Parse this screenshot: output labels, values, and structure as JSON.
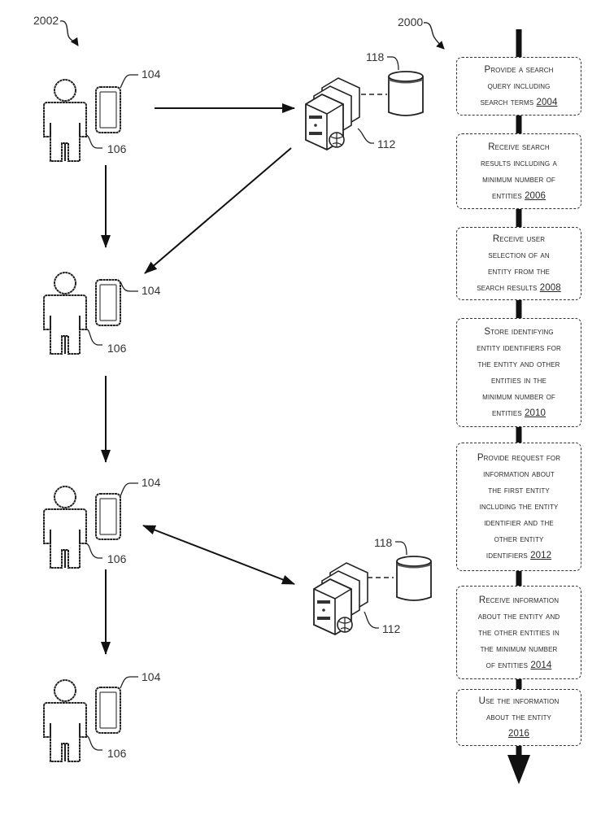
{
  "figure": {
    "user_flow_ref": "2002",
    "process_ref": "2000",
    "device_ref": "104",
    "user_ref": "106",
    "server_ref": "112",
    "database_ref": "118"
  },
  "steps": [
    {
      "lines": [
        "Provide a search",
        "query including",
        "search terms"
      ],
      "ref": "2004"
    },
    {
      "lines": [
        "Receive search",
        "results including a",
        "minimum number of",
        "entities"
      ],
      "ref": "2006"
    },
    {
      "lines": [
        "Receive user",
        "selection of an",
        "entity from the",
        "search results"
      ],
      "ref": "2008"
    },
    {
      "lines": [
        "Store identifying",
        "entity identifiers for",
        "the entity and other",
        "entities in the",
        "minimum number of",
        "entities"
      ],
      "ref": "2010"
    },
    {
      "lines": [
        "Provide request for",
        "information about",
        "the first entity",
        "including the entity",
        "identifier and the",
        "other entity",
        "identifiers"
      ],
      "ref": "2012"
    },
    {
      "lines": [
        "Receive information",
        "about the entity and",
        "the other entities in",
        "the minimum number",
        "of entities"
      ],
      "ref": "2014"
    },
    {
      "lines": [
        "Use the information",
        "about the entity"
      ],
      "ref": "2016",
      "ref_own_line": true
    }
  ]
}
